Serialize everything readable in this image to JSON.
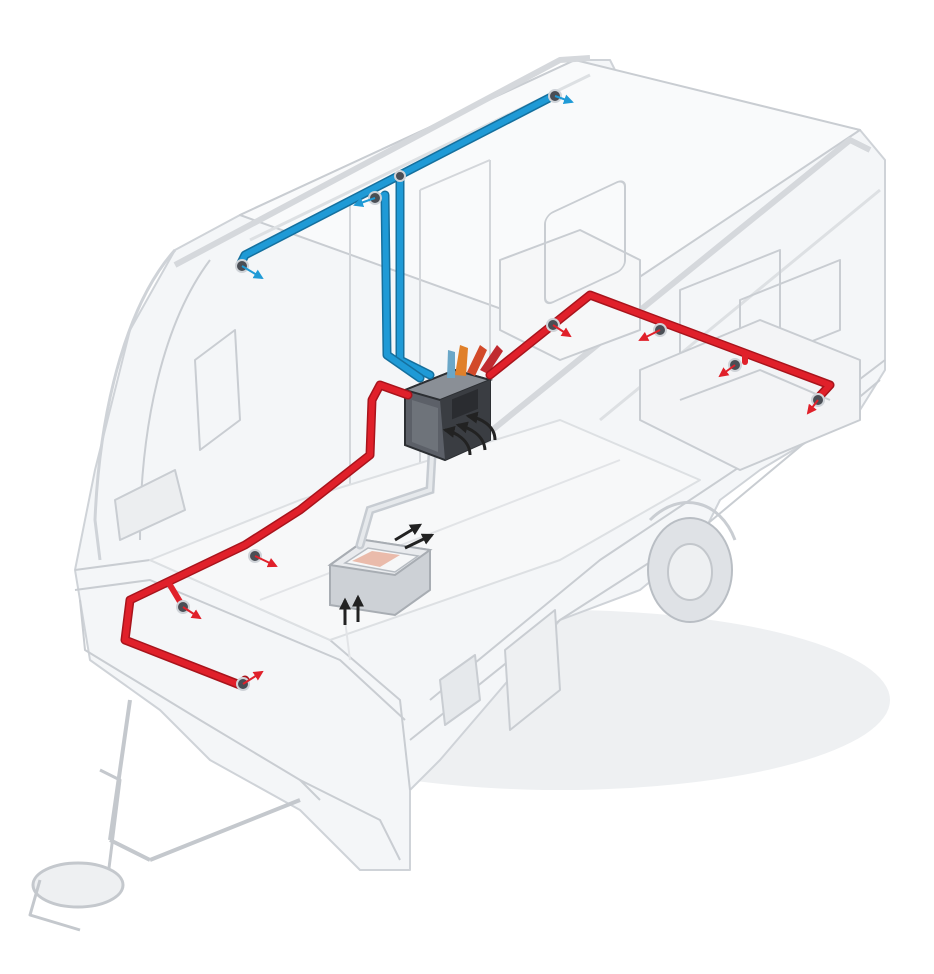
{
  "diagram": {
    "subject": "caravan-air-distribution",
    "parts": [
      {
        "id": "caravan-body",
        "kind": "vehicle-shell"
      },
      {
        "id": "heater-unit",
        "kind": "air-handler"
      },
      {
        "id": "floor-inlet-box",
        "kind": "intake"
      },
      {
        "id": "cold-duct",
        "kind": "duct"
      },
      {
        "id": "warm-duct",
        "kind": "duct"
      }
    ],
    "outlets": {
      "cold_count": 4,
      "warm_count": 7
    }
  },
  "colors": {
    "warm_duct": "#e0202a",
    "cold_duct": "#1f9ad6",
    "outline": "#c9cdd2",
    "body_fill": "#f4f6f8",
    "unit_dark": "#3a3d42",
    "arrow": "#222222"
  },
  "icons": {
    "outlet": "round-vent-icon",
    "airflow": "arrow-icon"
  }
}
